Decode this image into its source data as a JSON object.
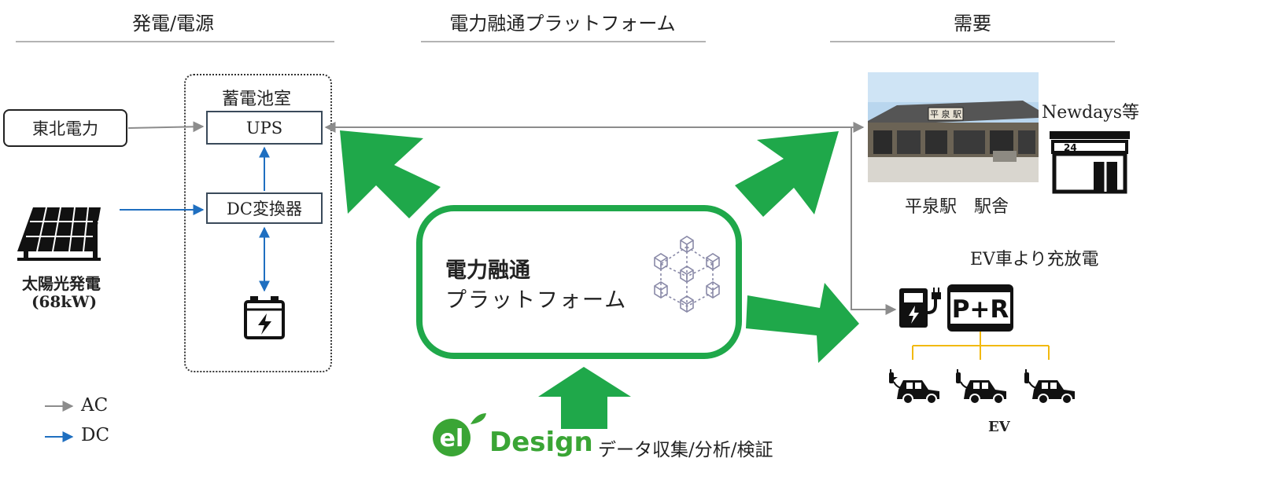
{
  "headers": {
    "generation": "発電/電源",
    "platform": "電力融通プラットフォーム",
    "demand": "需要"
  },
  "battery_room": {
    "title": "蓄電池室",
    "ups": "UPS",
    "dc_converter": "DC変換器"
  },
  "sources": {
    "utility": "東北電力",
    "solar_line1": "太陽光発電",
    "solar_line2": "(68kW)"
  },
  "legend": {
    "ac": "AC",
    "dc": "DC"
  },
  "platform": {
    "line1": "電力融通",
    "line2": "プラットフォーム"
  },
  "demand": {
    "newdays": "Newdays等",
    "station_caption": "平泉駅　駅舎",
    "ev_caption": "EV車より充放電",
    "pr_sign": "P+R",
    "ev_label": "EV",
    "station_sign": "平 泉 駅",
    "store_number": "24"
  },
  "eldesign": {
    "logo_el": "el",
    "logo_design": "Design",
    "caption": "データ収集/分析/検証"
  },
  "colors": {
    "green": "#1fa84a",
    "ac_line": "#8c8c8c",
    "dc_line": "#1f6fc0",
    "box_border": "#3a4a5a",
    "ev_bus": "#f2b90f",
    "logo_green": "#3aa535"
  }
}
